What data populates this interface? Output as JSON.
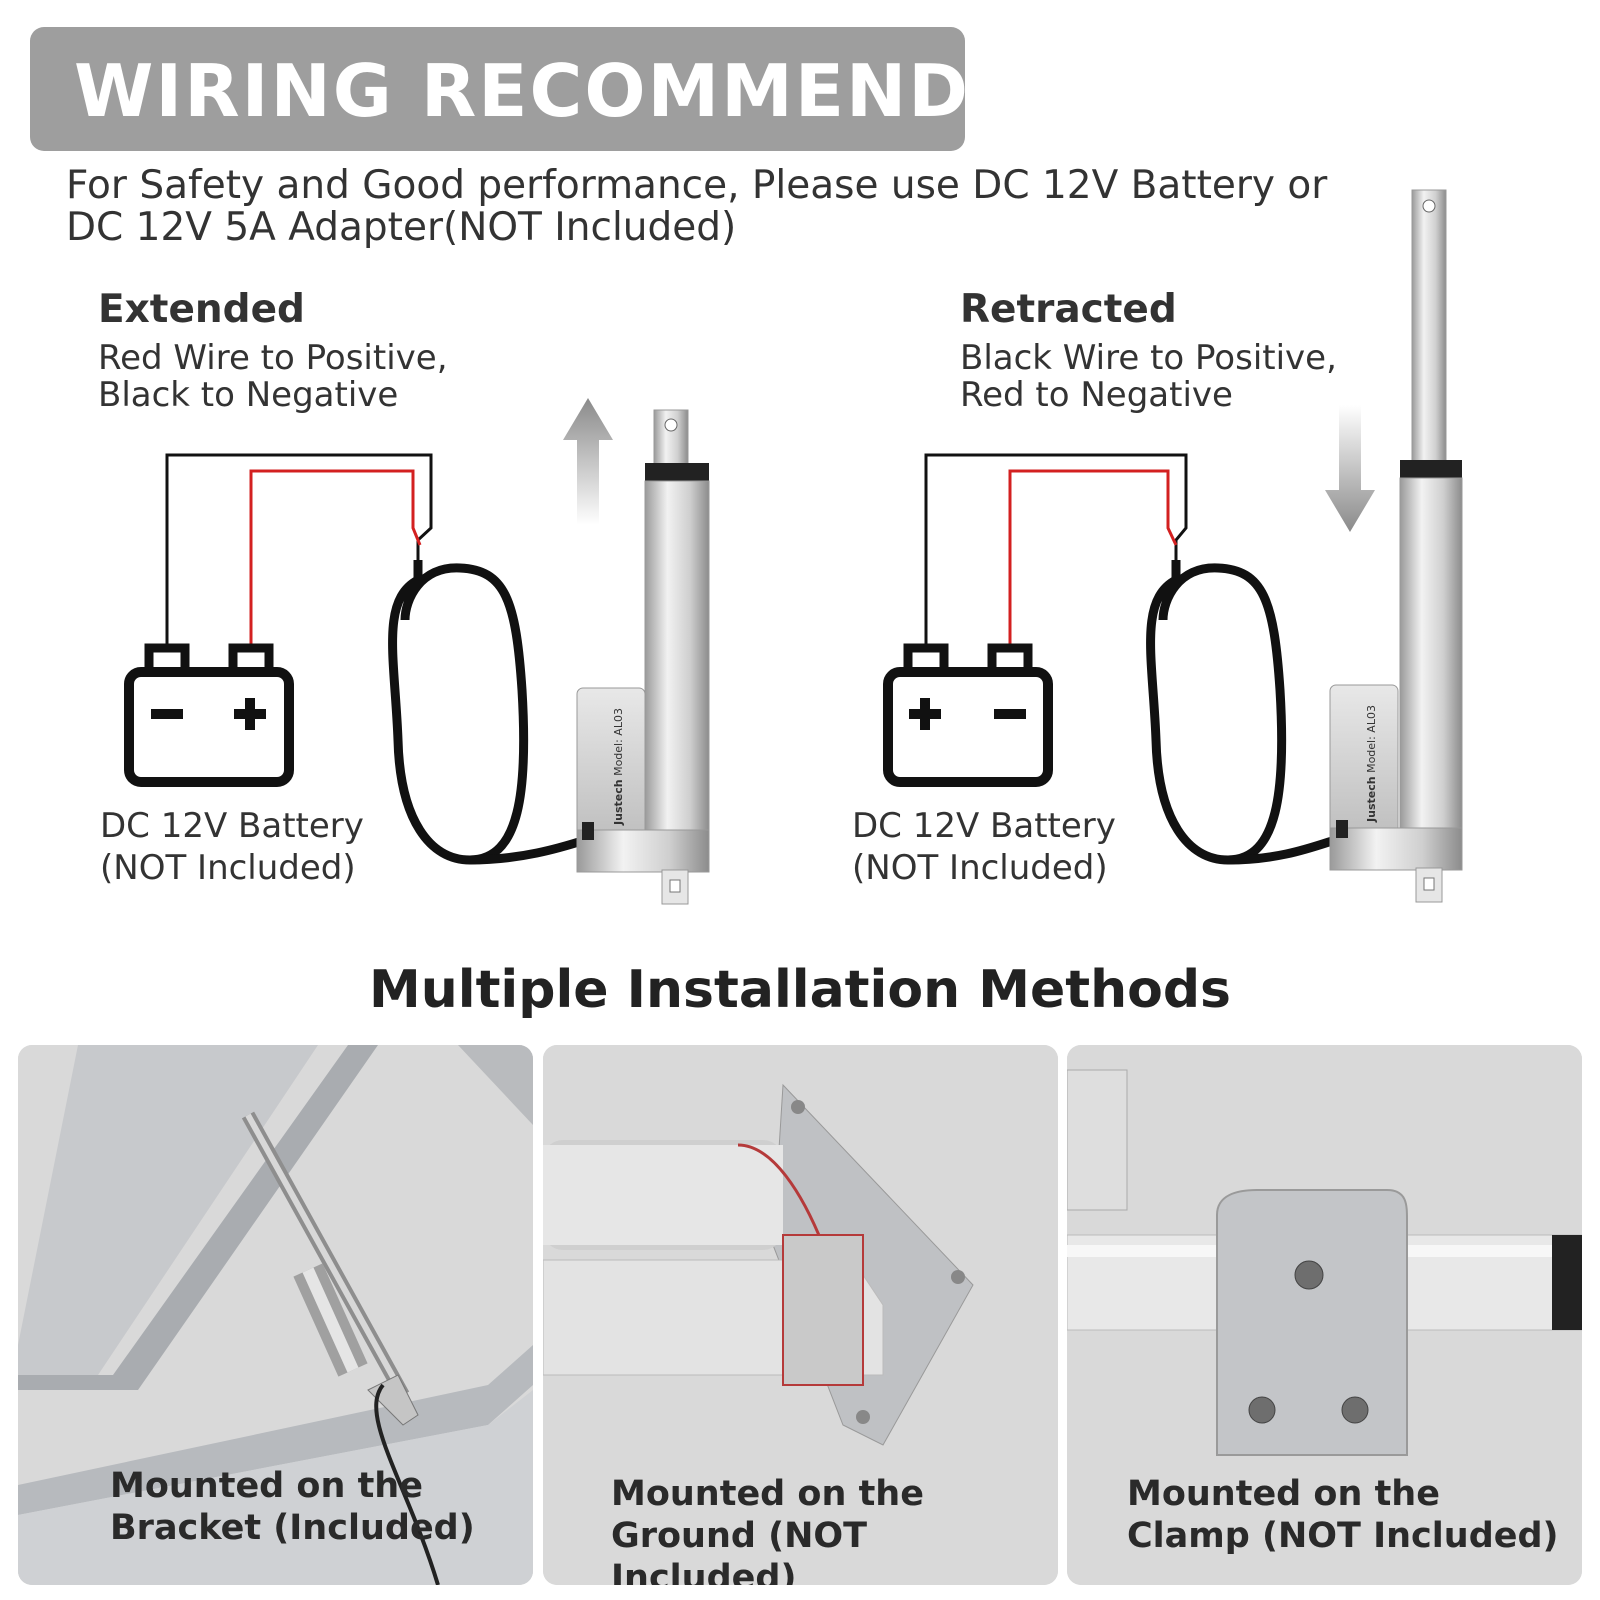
{
  "header": {
    "title": "WIRING RECOMMEND",
    "note_line1": "For Safety and Good performance, Please use DC 12V Battery or",
    "note_line2": "DC 12V 5A Adapter(NOT Included)"
  },
  "extended": {
    "title": "Extended",
    "desc_line1": "Red Wire to Positive,",
    "desc_line2": "Black to Negative",
    "battery_line1": "DC 12V Battery",
    "battery_line2": "(NOT Included)"
  },
  "retracted": {
    "title": "Retracted",
    "desc_line1": "Black Wire to Positive,",
    "desc_line2": "Red to Negative",
    "battery_line1": "DC 12V Battery",
    "battery_line2": "(NOT Included)"
  },
  "installation": {
    "title": "Multiple Installation Methods",
    "panels": [
      {
        "line1": "Mounted on the",
        "line2": "Bracket (Included)"
      },
      {
        "line1": "Mounted on the",
        "line2": "Ground (NOT Included)"
      },
      {
        "line1": "Mounted on the",
        "line2": "Clamp (NOT Included)"
      }
    ]
  },
  "actuator_label": {
    "brand": "Justech",
    "model": "Model: AL03"
  },
  "colors": {
    "banner": "#9e9e9e",
    "wire_red": "#d32020",
    "wire_black": "#111111",
    "panel_bg": "#dcdcdc"
  }
}
